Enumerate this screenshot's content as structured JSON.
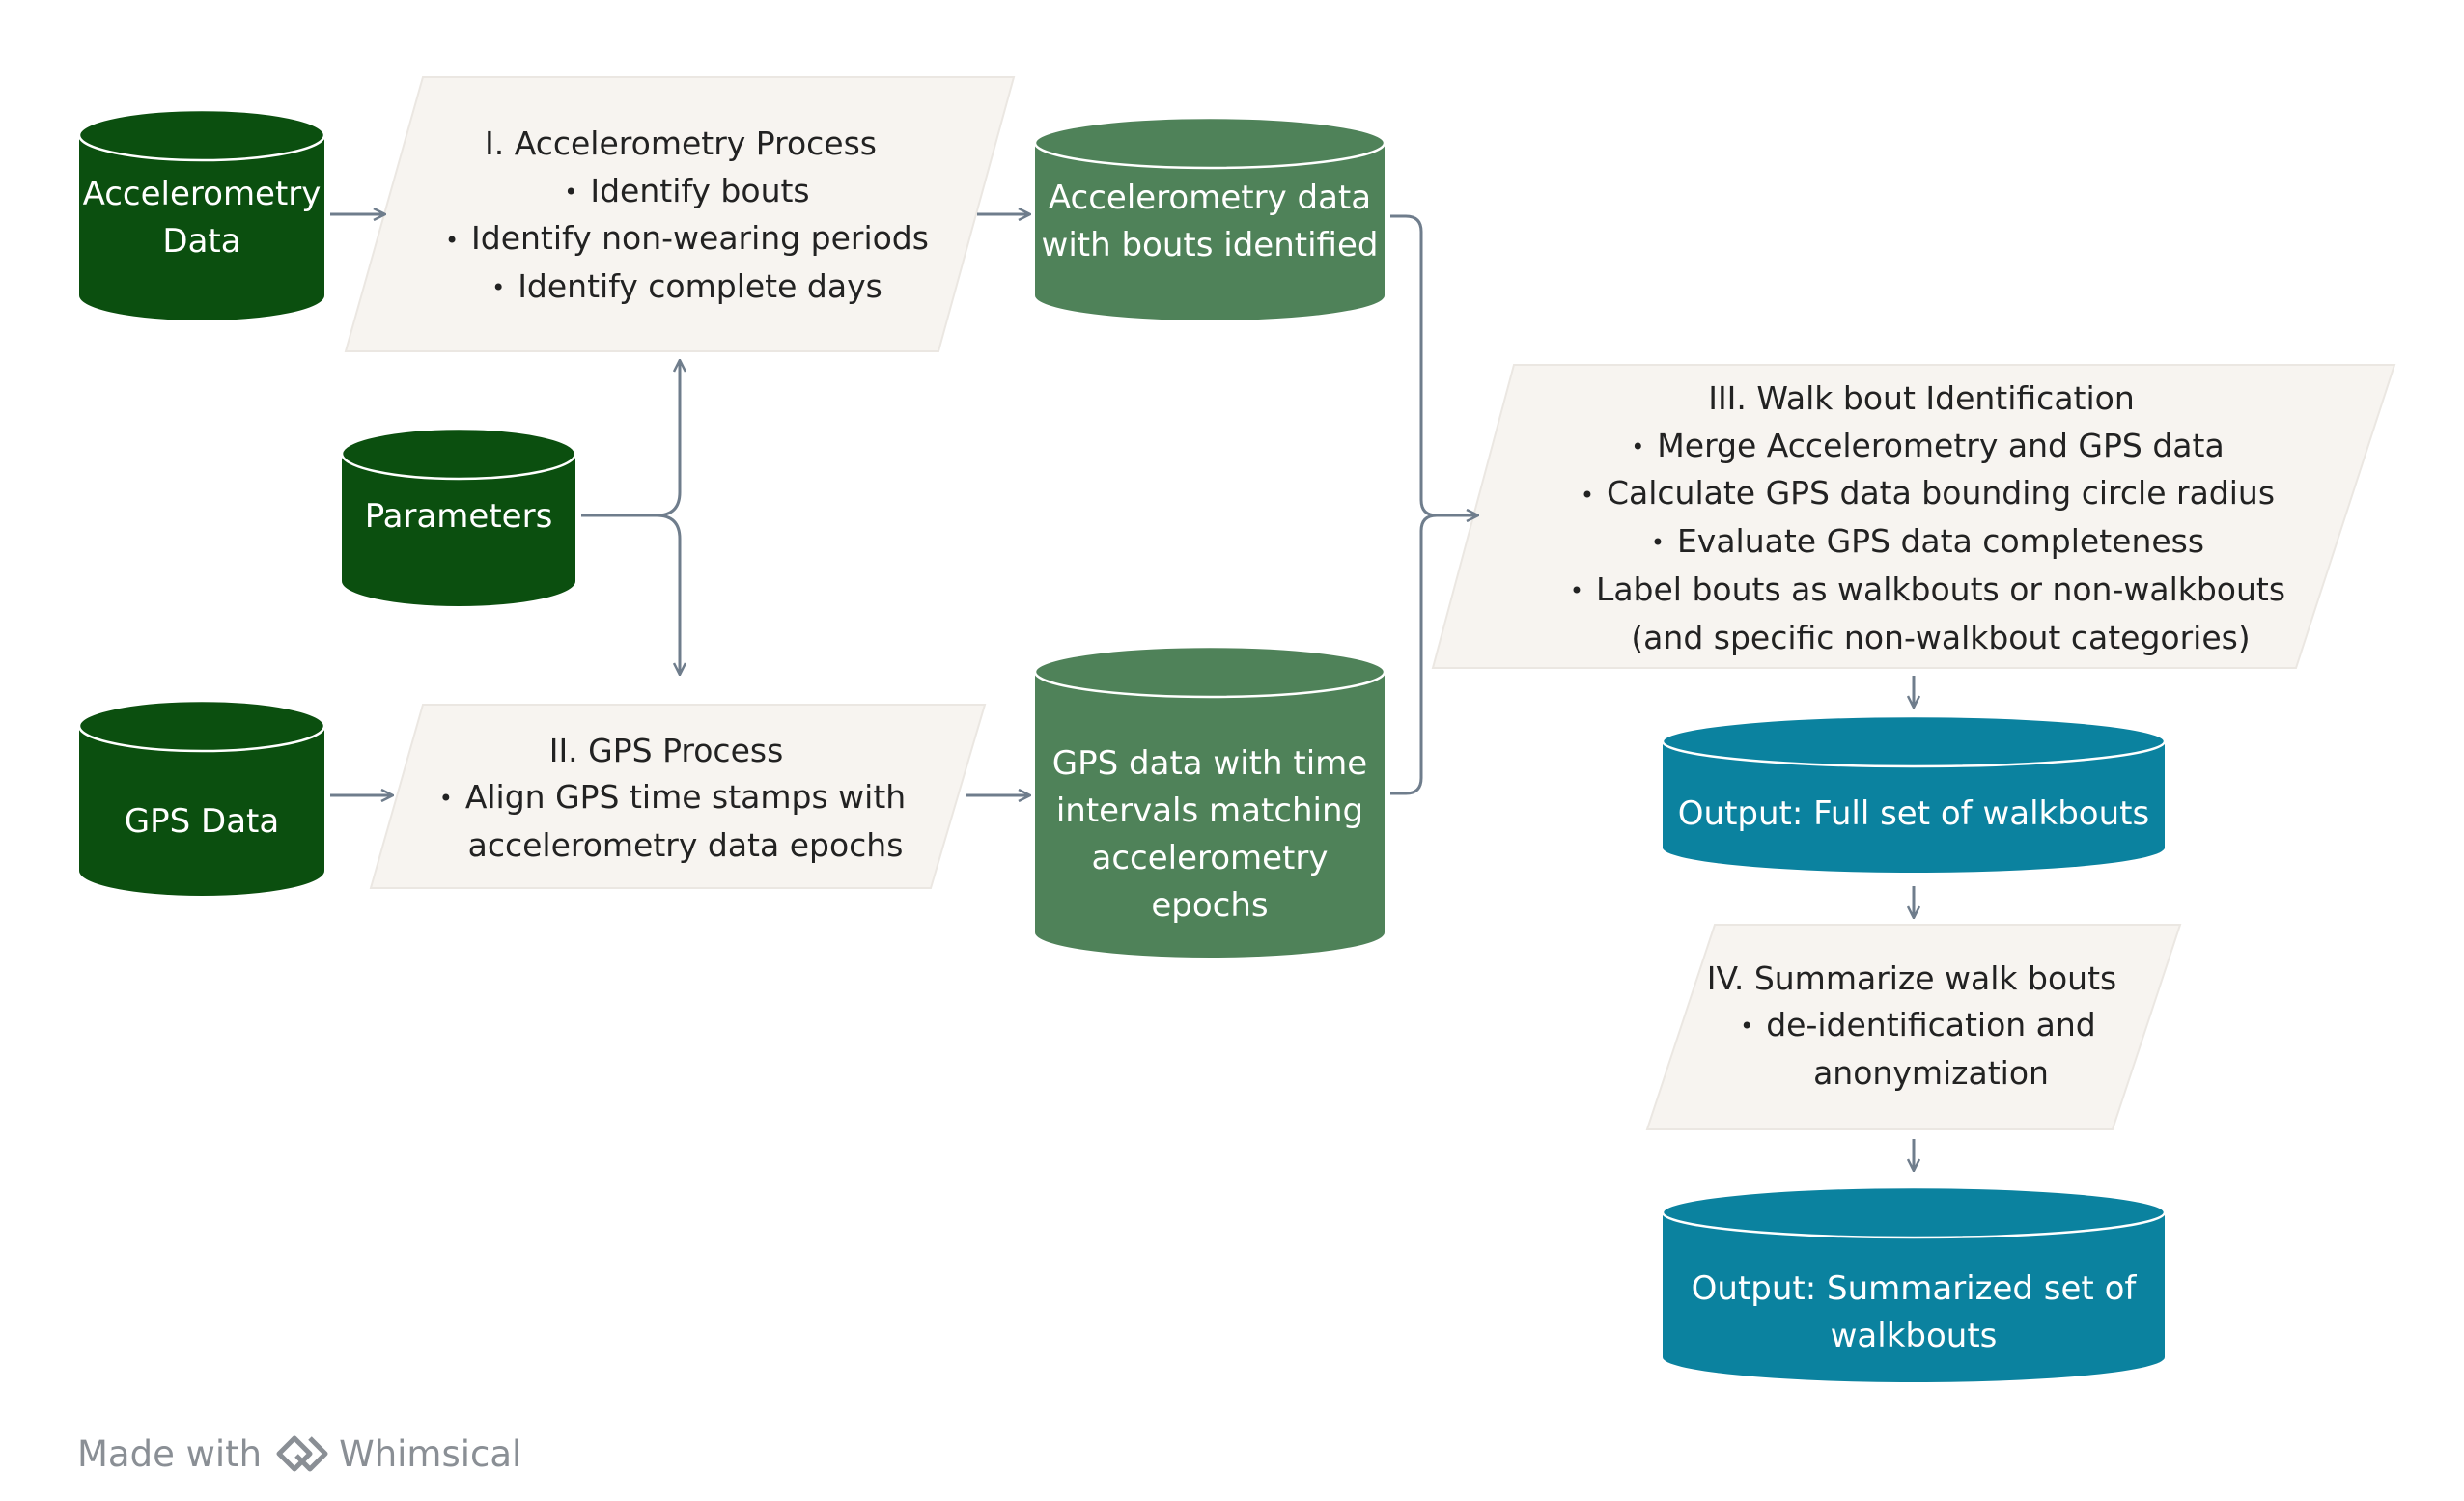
{
  "colors": {
    "input_store": "#0b4f0f",
    "intermediate_store": "#4f8259",
    "output_store": "#0b829f",
    "process_fill": "#f7f4f0",
    "connector": "#6f7d8c"
  },
  "inputs": {
    "accelerometry": [
      "Accelerometry",
      "Data"
    ],
    "parameters": [
      "Parameters"
    ],
    "gps": [
      "GPS Data"
    ]
  },
  "processes": {
    "p1": {
      "title": "I. Accelerometry Process",
      "bullets": [
        "Identify bouts",
        "Identify non-wearing periods",
        "Identify complete days"
      ]
    },
    "p2": {
      "title": "II. GPS Process",
      "bullet": "Align GPS time stamps with",
      "bullet_cont": "accelerometry data epochs"
    },
    "p3": {
      "title": "III. Walk bout Identification",
      "bullets": [
        "Merge Accelerometry and GPS data",
        "Calculate GPS data bounding circle radius",
        "Evaluate GPS data completeness",
        "Label bouts as walkbouts or non-walkbouts"
      ],
      "bullet_cont": "(and specific non-walkbout categories)"
    },
    "p4": {
      "title": "IV. Summarize walk bouts",
      "bullet": "de-identification and",
      "bullet_cont": "anonymization"
    }
  },
  "intermediates": {
    "accel_bouts": [
      "Accelerometry data",
      "with bouts identified"
    ],
    "gps_intervals": [
      "GPS data with time",
      "intervals matching",
      "accelerometry",
      "epochs"
    ]
  },
  "outputs": {
    "full": [
      "Output: Full set of walkbouts"
    ],
    "summarized": [
      "Output: Summarized set of",
      "walkbouts"
    ]
  },
  "footer": {
    "made_with": "Made with",
    "brand": "Whimsical"
  }
}
